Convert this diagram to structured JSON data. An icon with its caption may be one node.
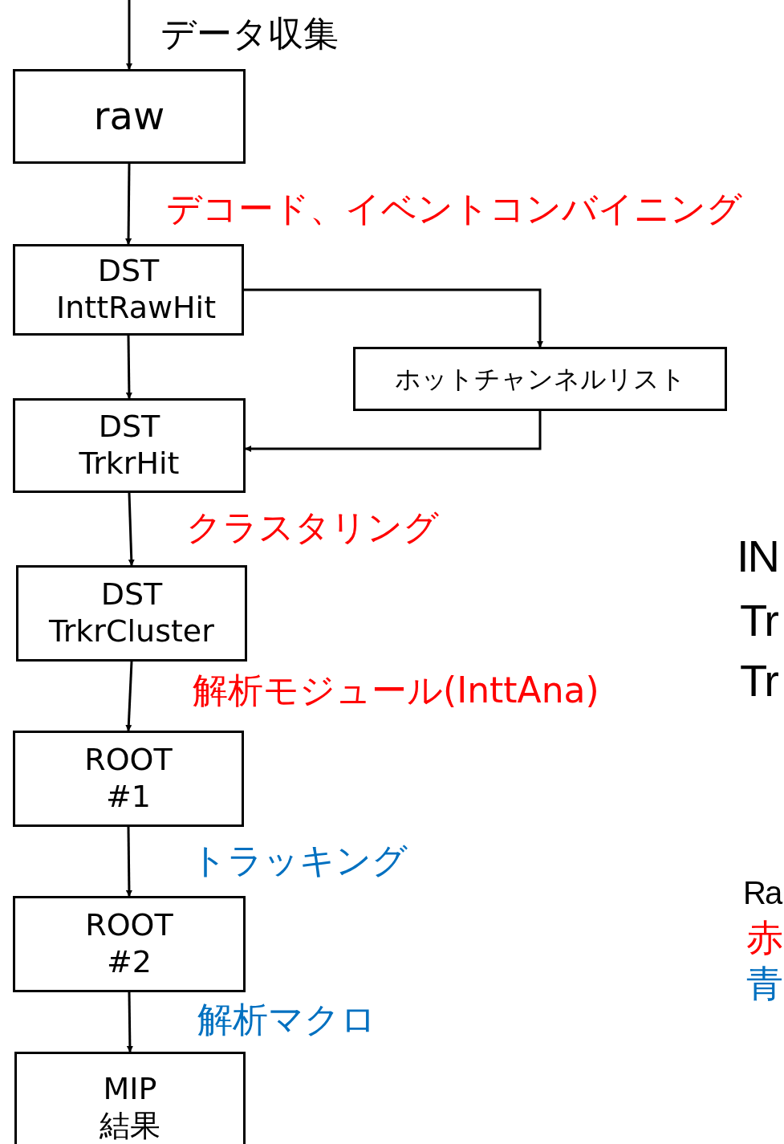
{
  "diagram": {
    "nodes": [
      {
        "text": [
          "raw"
        ]
      },
      {
        "text": [
          "DST InttRawHit"
        ]
      },
      {
        "text": [
          "ホットチャンネルリスト"
        ]
      },
      {
        "text": [
          "DST TrkrHit"
        ]
      },
      {
        "text": [
          "DST TrkrCluster"
        ]
      },
      {
        "text": [
          "ROOT #1"
        ]
      },
      {
        "text": [
          "ROOT #2"
        ]
      },
      {
        "text": [
          "MIP 結果"
        ]
      }
    ],
    "edges": [
      {
        "from": null,
        "to": 0,
        "arrow": "to",
        "label": "データ収集"
      },
      {
        "from": 0,
        "to": 1,
        "arrow": "to",
        "label": "デコード、イベントコンバイニング"
      },
      {
        "from": 1,
        "to": 3,
        "arrow": "to"
      },
      {
        "from": 1,
        "to": 2,
        "arrow": "to"
      },
      {
        "from": 2,
        "to": 3,
        "arrow": "to"
      },
      {
        "from": 3,
        "to": 4,
        "arrow": "to",
        "label": "クラスタリング"
      },
      {
        "from": 4,
        "to": 5,
        "arrow": "to",
        "label": "解析モジュール(InttAna)"
      },
      {
        "from": 5,
        "to": 6,
        "arrow": "to",
        "label": "トラッキング"
      },
      {
        "from": 6,
        "to": 7,
        "arrow": "to",
        "label": "解析マクロ"
      }
    ],
    "labels": [
      "IN",
      "Tr",
      "Tr",
      "Ra",
      "赤",
      "青"
    ]
  }
}
